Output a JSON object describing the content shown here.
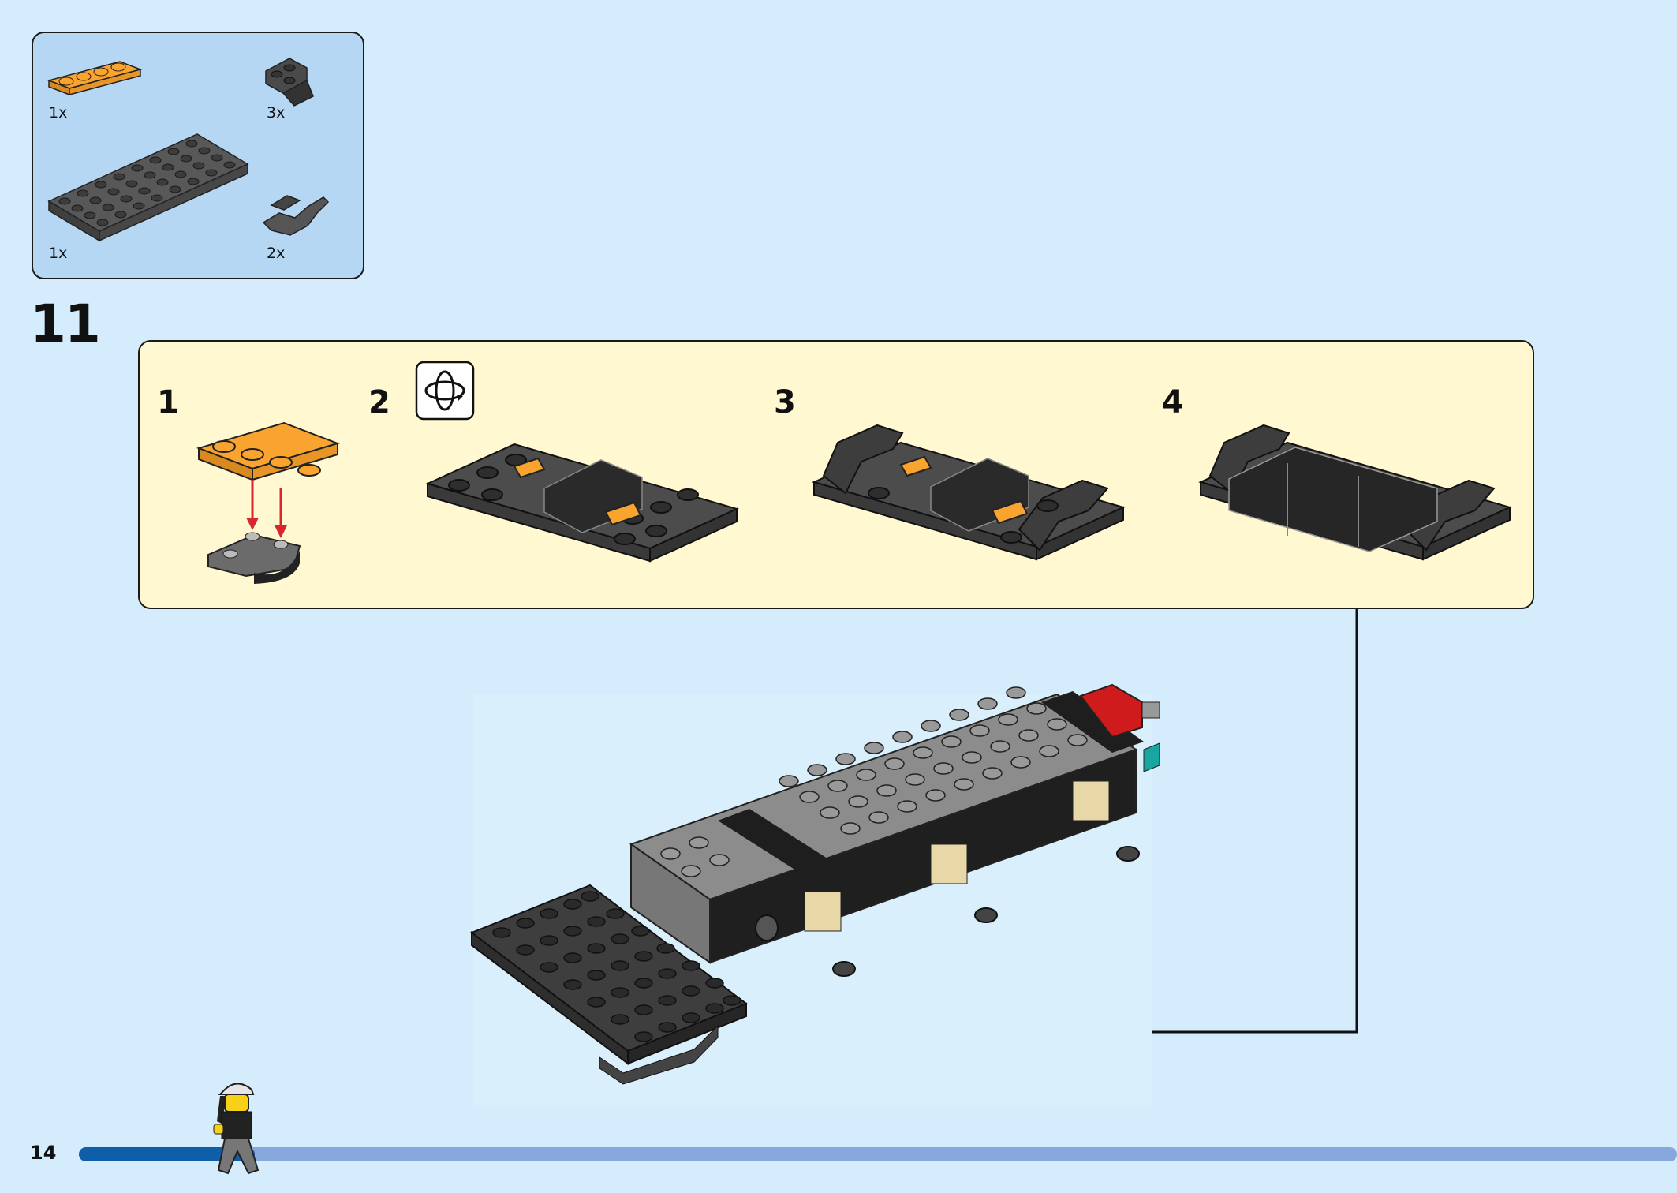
{
  "parts_list": {
    "items": [
      {
        "name": "orange plate 1x4",
        "quantity": "1x",
        "color": "#f8a42f"
      },
      {
        "name": "dark grey inverted slope",
        "quantity": "3x",
        "color": "#4f4f4f"
      },
      {
        "name": "dark grey plate 4x8",
        "quantity": "1x",
        "color": "#555555"
      },
      {
        "name": "dark grey mudguard",
        "quantity": "2x",
        "color": "#555555"
      }
    ]
  },
  "step": {
    "number": "11",
    "substeps": [
      "1",
      "2",
      "3",
      "4"
    ],
    "rotate_icon": "rotate-model-icon"
  },
  "page": {
    "number": "14",
    "progress": 0.11
  },
  "colors": {
    "page_bg": "#d4ecfb",
    "parts_bg": "#b5d7f3",
    "substep_bg": "#fff8d1",
    "progress_done": "#0f5ea8",
    "progress_track": "#86a8dc",
    "arrow_red": "#d7262d"
  }
}
